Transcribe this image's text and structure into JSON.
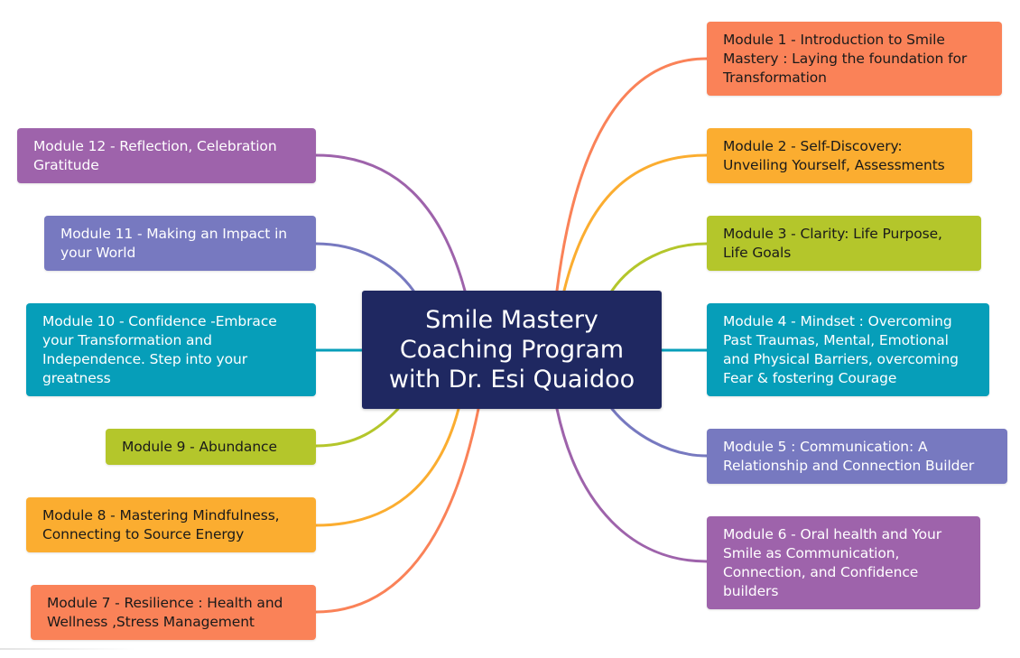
{
  "center": {
    "title": "Smile Mastery\nCoaching Program\nwith Dr. Esi Quaidoo",
    "color": "#1f2861"
  },
  "modules": [
    {
      "id": 1,
      "label": "Module 1 - Introduction to Smile Mastery : Laying the foundation for Transformation",
      "color": "#fa8258"
    },
    {
      "id": 2,
      "label": "Module 2 - Self-Discovery: Unveiling Yourself, Assessments",
      "color": "#fbad30"
    },
    {
      "id": 3,
      "label": "Module 3 - Clarity: Life Purpose, Life Goals",
      "color": "#b4c62b"
    },
    {
      "id": 4,
      "label": "Module 4 - Mindset : Overcoming Past Traumas, Mental, Emotional and Physical Barriers, overcoming Fear & fostering Courage",
      "color": "#069eb9"
    },
    {
      "id": 5,
      "label": "Module 5 : Communication: A Relationship and Connection Builder",
      "color": "#7779c0"
    },
    {
      "id": 6,
      "label": "Module 6 - Oral health and Your Smile as Communication, Connection, and Confidence builders",
      "color": "#9e63ab"
    },
    {
      "id": 7,
      "label": "Module 7 - Resilience : Health and Wellness ,Stress Management",
      "color": "#fa8258"
    },
    {
      "id": 8,
      "label": "Module 8 - Mastering Mindfulness, Connecting to Source Energy",
      "color": "#fbad30"
    },
    {
      "id": 9,
      "label": "Module 9 -  Abundance",
      "color": "#b4c62b"
    },
    {
      "id": 10,
      "label": "Module 10 - Confidence -Embrace your Transformation and Independence. Step into your greatness",
      "color": "#069eb9"
    },
    {
      "id": 11,
      "label": "Module 11 - Making an Impact in your World",
      "color": "#7779c0"
    },
    {
      "id": 12,
      "label": "Module 12 - Reflection, Celebration Gratitude",
      "color": "#9e63ab"
    }
  ]
}
